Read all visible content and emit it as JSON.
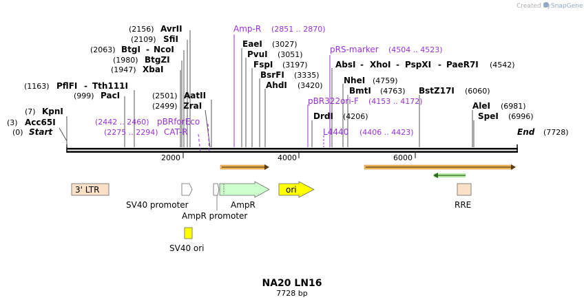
{
  "credit": {
    "prefix": "Created by",
    "brand": "SnapGene"
  },
  "map": {
    "title": "NA20 LN16",
    "length_label": "7728 bp",
    "start_label": "Start",
    "start_pos": "(0)",
    "end_label": "End",
    "end_pos": "(7728)",
    "ticks": [
      "2000",
      "4000",
      "6000"
    ]
  },
  "enzymes": [
    {
      "name": "Acc65I",
      "pos": "(3)"
    },
    {
      "name": "KpnI",
      "pos": "(7)"
    },
    {
      "name": "PflFI",
      "pos": "(1163)"
    },
    {
      "name": "Tth111I",
      "pos": ""
    },
    {
      "name": "PacI",
      "pos": "(999)"
    },
    {
      "name": "XbaI",
      "pos": "(1947)"
    },
    {
      "name": "BtgZI",
      "pos": "(1980)"
    },
    {
      "name": "BtgI",
      "pos": "(2063)"
    },
    {
      "name": "NcoI",
      "pos": ""
    },
    {
      "name": "SfiI",
      "pos": "(2109)"
    },
    {
      "name": "AvrII",
      "pos": "(2156)"
    },
    {
      "name": "AatII",
      "pos": "(2501)"
    },
    {
      "name": "ZraI",
      "pos": "(2499)"
    },
    {
      "name": "EaeI",
      "pos": "(3027)"
    },
    {
      "name": "PvuI",
      "pos": "(3051)"
    },
    {
      "name": "FspI",
      "pos": "(3197)"
    },
    {
      "name": "BsrFI",
      "pos": "(3335)"
    },
    {
      "name": "AhdI",
      "pos": "(3420)"
    },
    {
      "name": "AbsI",
      "pos": ""
    },
    {
      "name": "XhoI",
      "pos": ""
    },
    {
      "name": "PspXI",
      "pos": ""
    },
    {
      "name": "PaeR7I",
      "pos": "(4542)"
    },
    {
      "name": "NheI",
      "pos": "(4759)"
    },
    {
      "name": "BmtI",
      "pos": "(4763)"
    },
    {
      "name": "BstZ17I",
      "pos": "(6060)"
    },
    {
      "name": "DrdI",
      "pos": "(4206)"
    },
    {
      "name": "AleI",
      "pos": "(6981)"
    },
    {
      "name": "SpeI",
      "pos": "(6996)"
    }
  ],
  "primers": [
    {
      "name": "Amp-R",
      "range": "(2851 .. 2870)"
    },
    {
      "name": "pRS-marker",
      "range": "(4504 .. 4523)"
    },
    {
      "name": "pBR322ori-F",
      "range": "(4153 .. 4172)"
    },
    {
      "name": "pBRforEco",
      "range": "(2442 .. 2460)"
    },
    {
      "name": "CAT-R",
      "range": "(2275 .. 2294)"
    },
    {
      "name": "L4440",
      "range": "(4406 .. 4423)"
    }
  ],
  "features": {
    "ltr": "3' LTR",
    "sv40_promoter": "SV40 promoter",
    "ampr_promoter": "AmpR promoter",
    "ampr": "AmpR",
    "ori": "ori",
    "rre": "RRE",
    "sv40_ori": "SV40 ori"
  },
  "colors": {
    "ltr": "#fbe0c8",
    "ampr": "#ccffcc",
    "ori": "#ffff00",
    "sv40_ori": "#ffff00",
    "rre": "#fbe0c8",
    "orf_arrow": "#f0b858",
    "primer": "#9b30d9",
    "green_arrow": "#4a9a2a"
  }
}
